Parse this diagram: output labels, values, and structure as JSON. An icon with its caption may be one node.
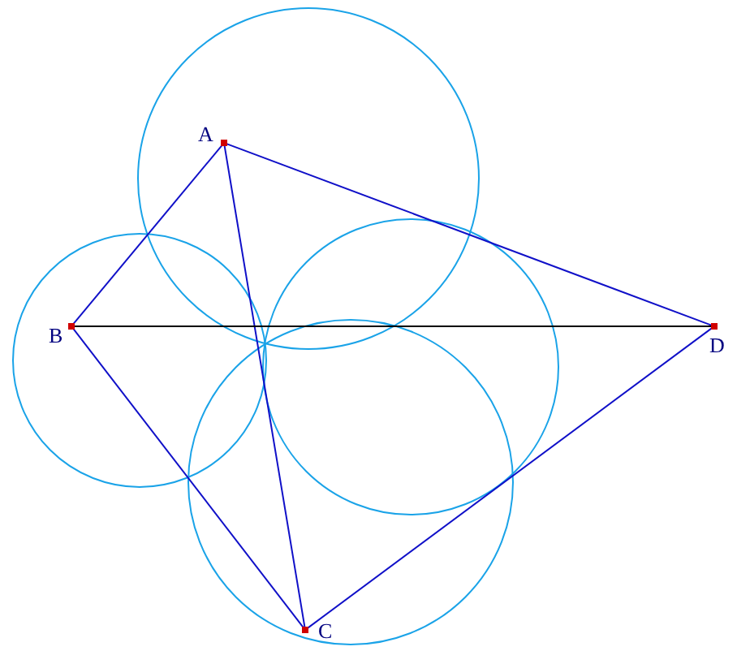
{
  "diagram": {
    "nodes": [
      {
        "text": [
          "A"
        ]
      },
      {
        "text": [
          "B"
        ]
      },
      {
        "text": [
          "C"
        ]
      },
      {
        "text": [
          "D"
        ]
      }
    ],
    "edges": [
      {
        "from": 0,
        "to": 1,
        "arrow": "none"
      },
      {
        "from": 0,
        "to": 2,
        "arrow": "none"
      },
      {
        "from": 0,
        "to": 3,
        "arrow": "none"
      },
      {
        "from": 1,
        "to": 3,
        "arrow": "none",
        "color": "#000000"
      },
      {
        "from": 1,
        "to": 2,
        "arrow": "none"
      },
      {
        "from": 2,
        "to": 3,
        "arrow": "none"
      }
    ]
  }
}
